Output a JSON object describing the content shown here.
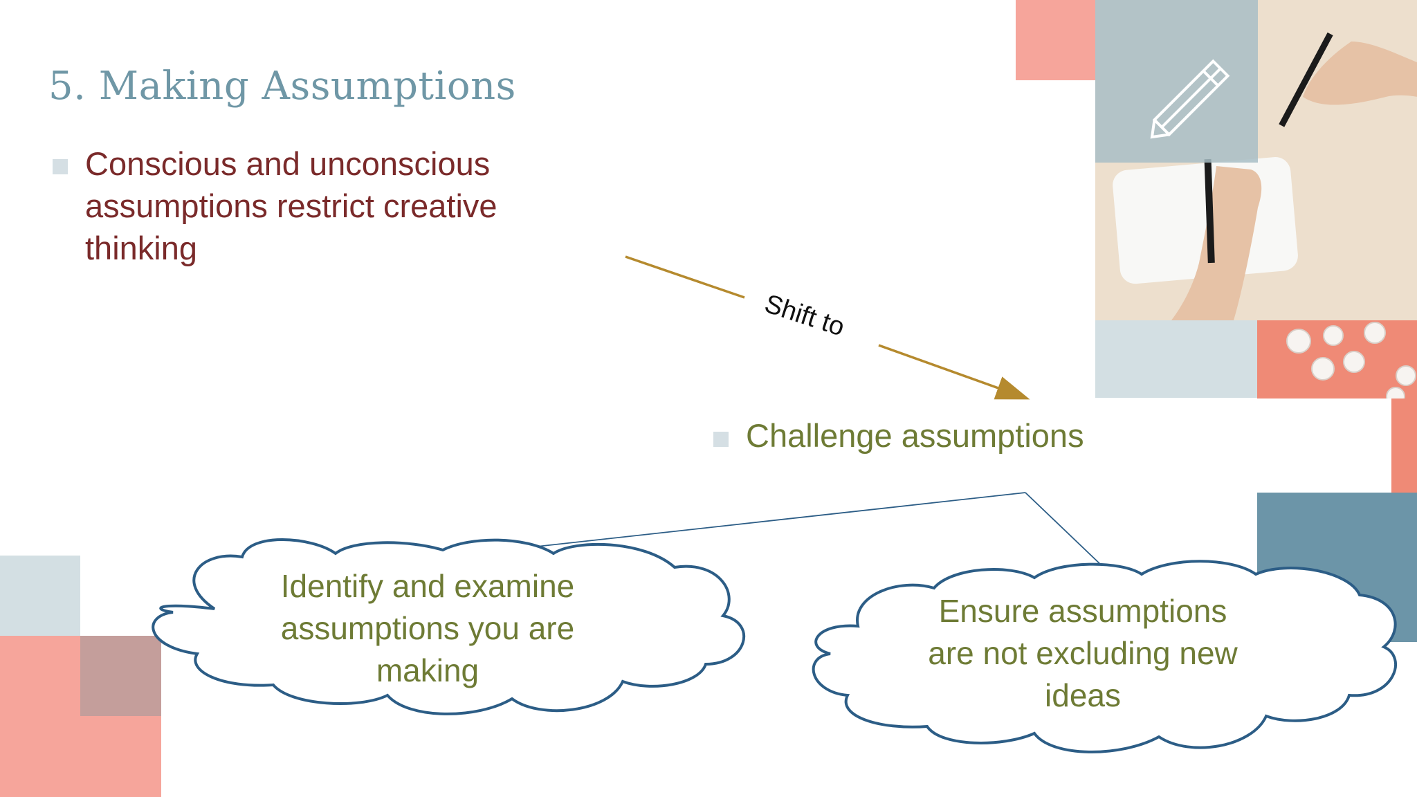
{
  "slide": {
    "title": "5. Making Assumptions",
    "bullet_1_line_1": "Conscious and unconscious",
    "bullet_1_line_2": "assumptions restrict creative",
    "bullet_1_line_3": "thinking",
    "arrow_label": "Shift to",
    "bullet_2": "Challenge assumptions",
    "cloud_left_line_1": "Identify and examine",
    "cloud_left_line_2": "assumptions you are",
    "cloud_left_line_3": "making",
    "cloud_right_line_1": "Ensure assumptions",
    "cloud_right_line_2": "are not excluding new",
    "cloud_right_line_3": "ideas"
  },
  "colors": {
    "title": "#6f97a6",
    "bullet_red": "#7a2a2a",
    "olive": "#6e7b35",
    "salmon": "#f6a59b",
    "light_blue": "#d3dfe3",
    "steel_blue": "#6c95a8",
    "mauve": "#c49e9b",
    "coral": "#ef8a76",
    "arrow": "#b58a2e",
    "cloud_outline": "#2c5d86"
  },
  "decor": {
    "photo_top": "hands-writing-on-notepad-photo",
    "photo_bottom": "crumpled-paper-balls-photo",
    "pencil": "pencil-icon"
  }
}
